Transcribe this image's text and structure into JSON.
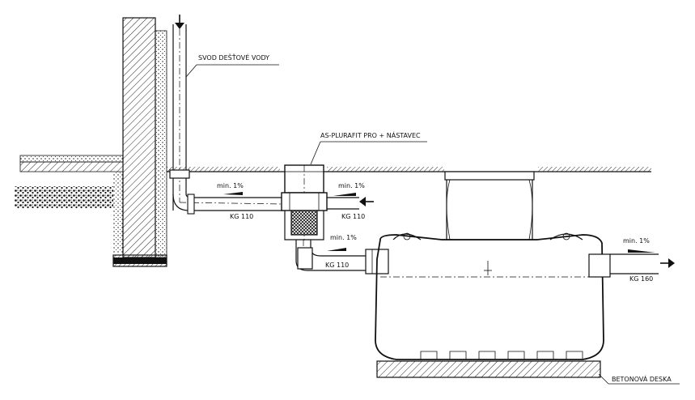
{
  "labels": {
    "downpipe": "SVOD DEŠŤOVÉ VODY",
    "filter": "AS-PLURAFIT PRO + NÁSTAVEC",
    "slab": "BETONOVÁ DESKA",
    "slope_1": "min. 1%",
    "slope_2": "min. 1%",
    "slope_3": "min. 1%",
    "slope_4": "min. 1%",
    "pipe_kg110_a": "KG 110",
    "pipe_kg110_b": "KG 110",
    "pipe_kg110_c": "KG 110",
    "pipe_kg160": "KG 160"
  },
  "colors": {
    "line": "#111111",
    "background": "#ffffff"
  }
}
